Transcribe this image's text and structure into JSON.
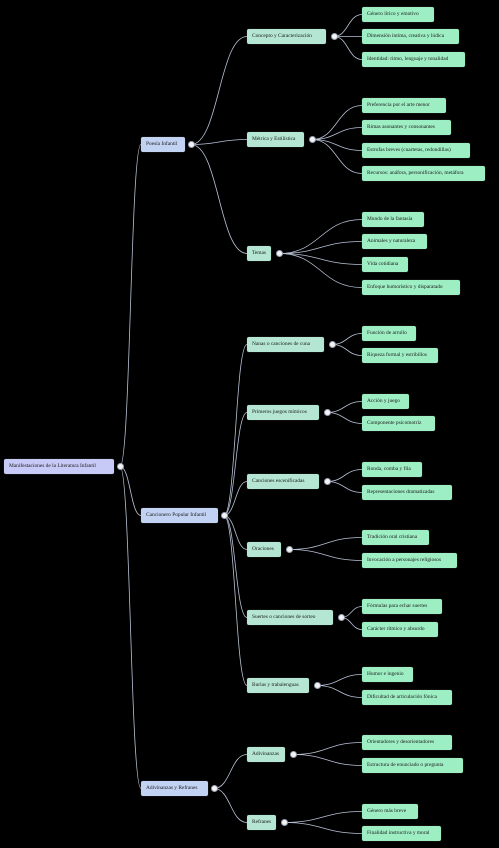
{
  "mindmap": {
    "root": {
      "label": "Manifestaciones de la Literatura Infantil"
    },
    "branches": [
      {
        "label": "Poesía Infantil",
        "children": [
          {
            "label": "Concepto y Caracterización",
            "children": [
              "Género lírico y emotivo",
              "Dimensión íntima, creativa y lúdica",
              "Identidad: ritmo, lenguaje y tonalidad"
            ]
          },
          {
            "label": "Métrica y Estilística",
            "children": [
              "Preferencia por el arte menor",
              "Rimas asonantes y consonantes",
              "Estrofas breves (cuartetas, redondillas)",
              "Recursos: anáfora, personificación, metáfora"
            ]
          },
          {
            "label": "Temas",
            "children": [
              "Mundo de la fantasía",
              "Animales y naturaleza",
              "Vida cotidiana",
              "Enfoque humorístico y disparatado"
            ]
          }
        ]
      },
      {
        "label": "Cancionero Popular Infantil",
        "children": [
          {
            "label": "Nanas o canciones de cuna",
            "children": [
              "Función de arrullo",
              "Riqueza formal y estribillos"
            ]
          },
          {
            "label": "Primeros juegos mímicos",
            "children": [
              "Acción y juego",
              "Componente psicomotriz"
            ]
          },
          {
            "label": "Canciones escenificadas",
            "children": [
              "Ronda, comba y fila",
              "Representaciones dramatizadas"
            ]
          },
          {
            "label": "Oraciones",
            "children": [
              "Tradición oral cristiana",
              "Invocación a personajes religiosos"
            ]
          },
          {
            "label": "Suertes o canciones de sorteo",
            "children": [
              "Fórmulas para echar suertes",
              "Carácter rítmico y absurdo"
            ]
          },
          {
            "label": "Burlas y trabalenguas",
            "children": [
              "Humor e ingenio",
              "Dificultad de articulación fónica"
            ]
          }
        ]
      },
      {
        "label": "Adivinanzas y Refranes",
        "children": [
          {
            "label": "Adivinanzas",
            "children": [
              "Orientadores y desorientadores",
              "Estructura de enunciado o pregunta"
            ]
          },
          {
            "label": "Refranes",
            "children": [
              "Género más breve",
              "Finalidad instructiva y moral"
            ]
          }
        ]
      }
    ]
  },
  "colors": {
    "background": "#000000",
    "edge": "#b8c2d6",
    "root_fill": "#c7c9f6",
    "branch_fill": "#c2d2f3",
    "topic_fill": "#b4e6d3",
    "leaf_fill": "#9eeec4"
  }
}
